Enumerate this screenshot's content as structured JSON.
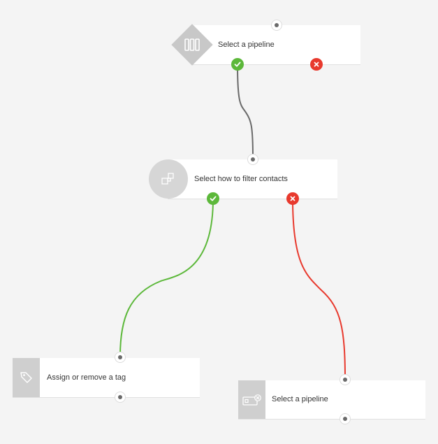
{
  "nodes": {
    "select_pipeline_top": {
      "label": "Select a pipeline",
      "icon": "pipeline-columns-icon"
    },
    "filter_contacts": {
      "label": "Select how to filter contacts",
      "icon": "filter-blocks-icon"
    },
    "assign_tag": {
      "label": "Assign or remove a tag",
      "icon": "tag-icon"
    },
    "select_pipeline_bottom": {
      "label": "Select a pipeline",
      "icon": "pipeline-remove-icon"
    }
  },
  "colors": {
    "yes_branch": "#5cb83a",
    "no_branch": "#e8392d",
    "neutral_link": "#6a6a6a",
    "background": "#f4f4f4"
  }
}
